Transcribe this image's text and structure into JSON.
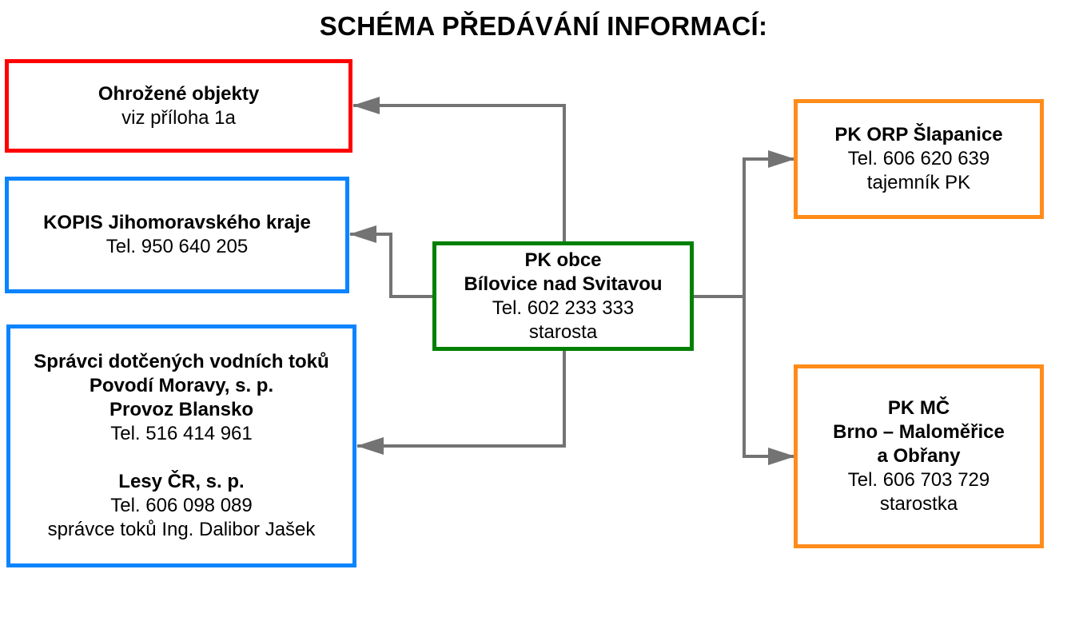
{
  "title": "SCHÉMA PŘEDÁVÁNÍ INFORMACÍ:",
  "colors": {
    "red": "#ff0000",
    "blue": "#0a84ff",
    "green": "#008000",
    "orange": "#ff8c1a",
    "connector": "#737373"
  },
  "boxes": {
    "threatened": {
      "name": "Ohrožené objekty",
      "note": "viz příloha 1a",
      "color": "red"
    },
    "kopis": {
      "name": "KOPIS Jihomoravského kraje",
      "phone": "Tel. 950 640 205",
      "color": "blue"
    },
    "water": {
      "line1": "Správci dotčených vodních toků",
      "line2": "Povodí Moravy, s. p.",
      "line3": "Provoz Blansko",
      "phone1": "Tel. 516 414 961",
      "org2": "Lesy ČR, s. p.",
      "phone2": "Tel. 606 098 089",
      "contact2": "správce toků Ing. Dalibor Jašek",
      "color": "blue"
    },
    "center": {
      "line1": "PK obce",
      "line2": "Bílovice nad Svitavou",
      "phone": "Tel. 602 233 333",
      "role": "starosta",
      "color": "green"
    },
    "orp": {
      "name": "PK ORP Šlapanice",
      "phone": "Tel. 606 620 639",
      "role": "tajemník PK",
      "color": "orange"
    },
    "mc": {
      "line1": "PK MČ",
      "line2": "Brno – Maloměřice",
      "line3": "a Obřany",
      "phone": "Tel. 606 703 729",
      "role": "starostka",
      "color": "orange"
    }
  }
}
